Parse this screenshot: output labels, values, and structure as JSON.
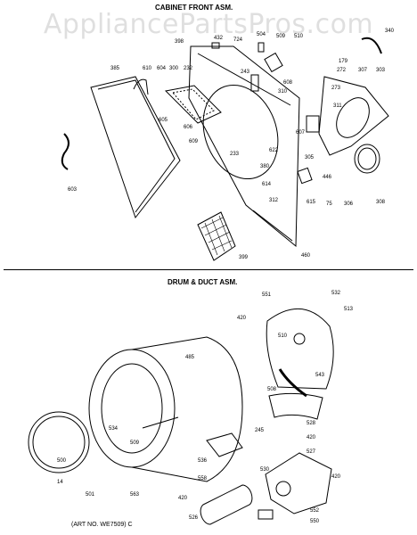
{
  "watermark": "AppliancePartsPros.com",
  "sections": [
    {
      "title": "CABINET FRONT ASM."
    },
    {
      "title": "DRUM & DUCT ASM."
    }
  ],
  "art_number": "(ART NO. WE7509) C",
  "cabinet_labels": [
    "398",
    "432",
    "724",
    "504",
    "509",
    "510",
    "340",
    "179",
    "307",
    "303",
    "385",
    "610",
    "604",
    "300",
    "232",
    "243",
    "608",
    "310",
    "272",
    "273",
    "311",
    "605",
    "606",
    "607",
    "609",
    "233",
    "380",
    "622",
    "305",
    "446",
    "614",
    "312",
    "615",
    "75",
    "306",
    "308",
    "603",
    "399",
    "460"
  ],
  "drum_labels": [
    "551",
    "532",
    "513",
    "420",
    "510",
    "485",
    "508",
    "543",
    "534",
    "509",
    "528",
    "420",
    "527",
    "245",
    "536",
    "530",
    "558",
    "420",
    "500",
    "14",
    "501",
    "563",
    "526",
    "420",
    "552",
    "550"
  ],
  "colors": {
    "line": "#000000",
    "background": "#ffffff"
  }
}
